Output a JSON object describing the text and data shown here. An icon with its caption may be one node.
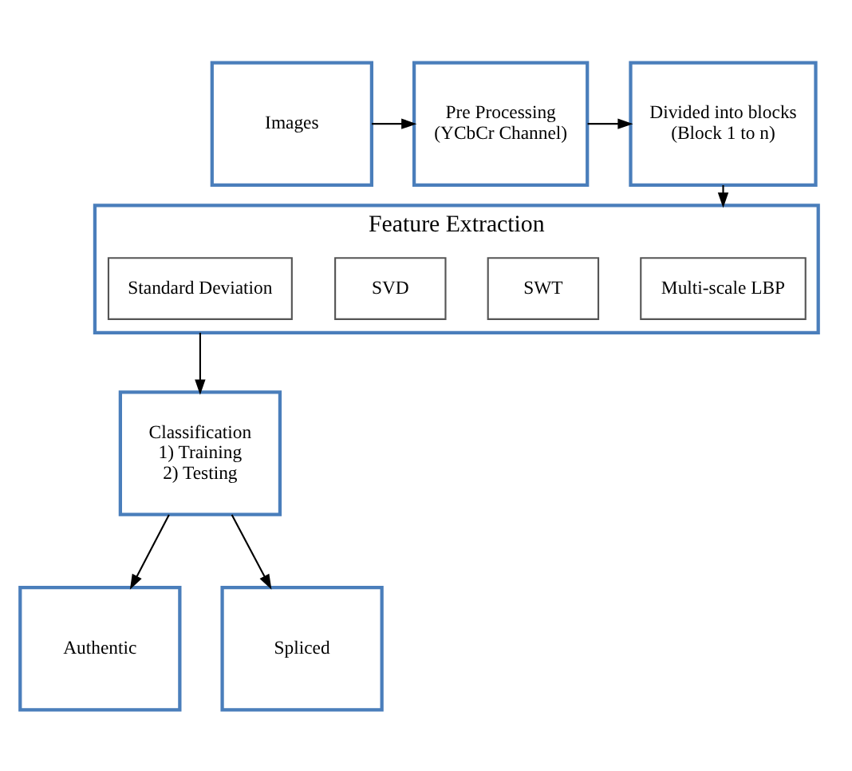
{
  "diagram": {
    "nodes": [
      {
        "text": [
          "Images"
        ]
      },
      {
        "text": [
          "Pre Processing",
          "(YCbCr Channel)"
        ]
      },
      {
        "text": [
          "Divided into blocks",
          "(Block 1 to n)"
        ]
      },
      {
        "text": [
          "Feature Extraction"
        ]
      },
      {
        "text": [
          "Multi-scale LBP"
        ],
        "in": 3
      },
      {
        "text": [
          "SWT"
        ],
        "in": 3
      },
      {
        "text": [
          "SVD"
        ],
        "in": 3
      },
      {
        "text": [
          "Standard Deviation"
        ],
        "in": 3
      },
      {
        "text": [
          "Authentic"
        ]
      },
      {
        "text": [
          "Spliced"
        ]
      },
      {
        "text": [
          "Classification",
          "1) Training",
          "2) Testing"
        ]
      }
    ],
    "edges": [
      {
        "from": 0,
        "to": 1,
        "arrow": "to"
      },
      {
        "from": 1,
        "to": 2,
        "arrow": "to"
      },
      {
        "from": 2,
        "to": 3,
        "arrow": "to"
      },
      {
        "from": 3,
        "to": 10,
        "arrow": "to"
      },
      {
        "from": 10,
        "to": 8,
        "arrow": "to"
      },
      {
        "from": 10,
        "to": 9,
        "arrow": "to"
      }
    ]
  }
}
